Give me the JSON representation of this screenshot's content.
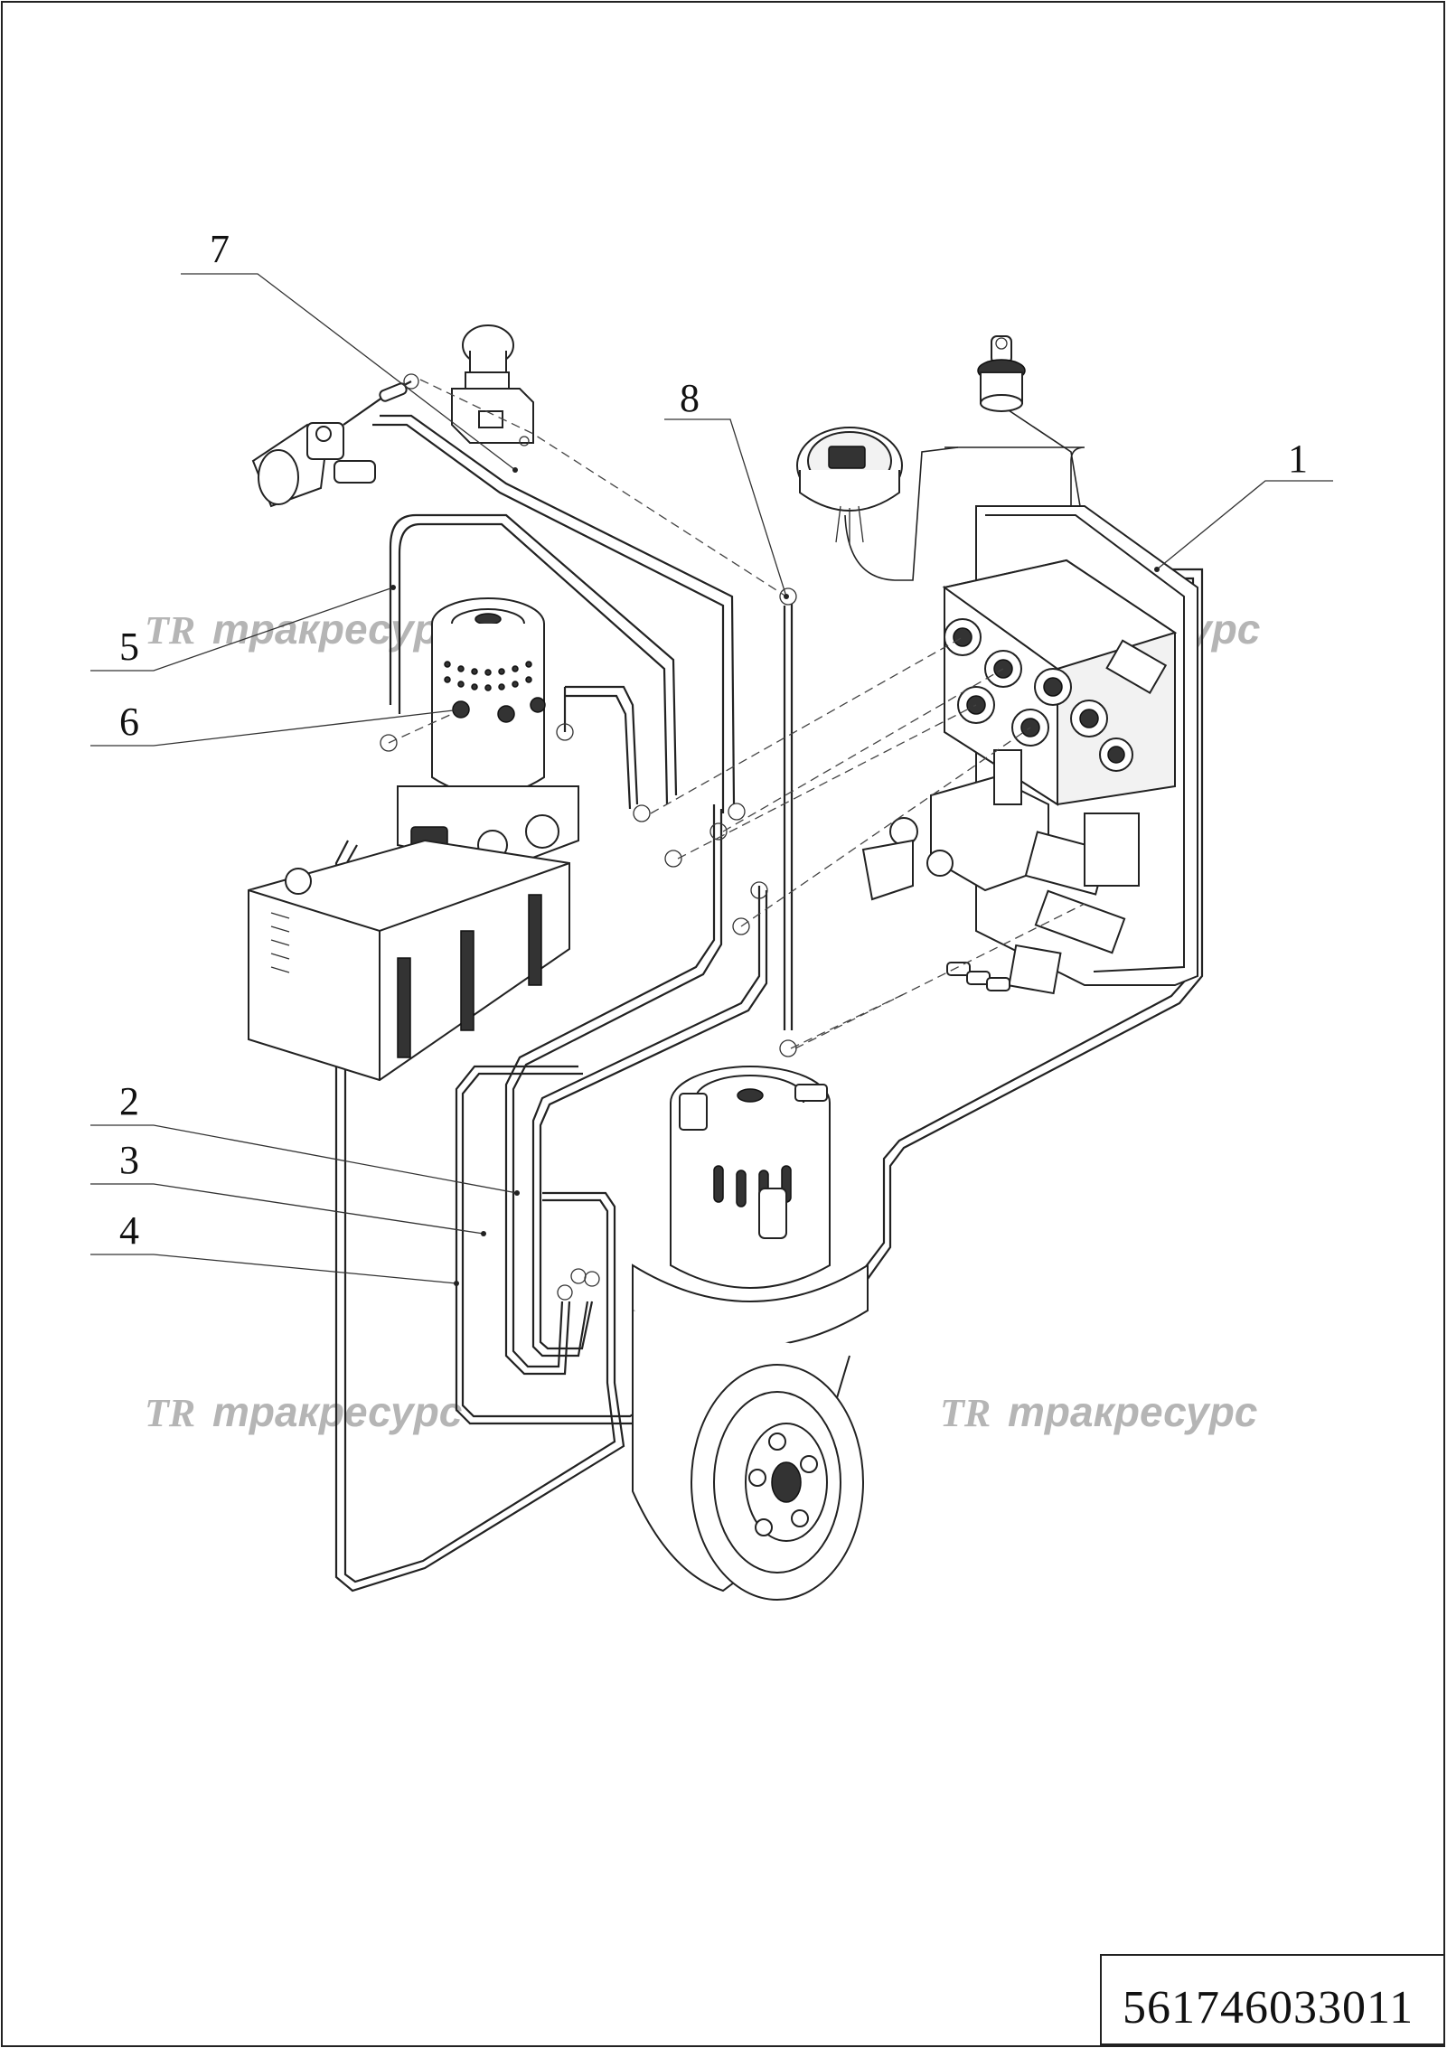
{
  "drawing": {
    "part_number": "561746033011",
    "watermark_logo": "TR",
    "watermark_text": "тракресурс"
  },
  "callouts": [
    {
      "id": "1",
      "label": "1"
    },
    {
      "id": "2",
      "label": "2"
    },
    {
      "id": "3",
      "label": "3"
    },
    {
      "id": "4",
      "label": "4"
    },
    {
      "id": "5",
      "label": "5"
    },
    {
      "id": "6",
      "label": "6"
    },
    {
      "id": "7",
      "label": "7"
    },
    {
      "id": "8",
      "label": "8"
    }
  ],
  "components": [
    {
      "name": "controller-assembly-icon"
    },
    {
      "name": "key-switch-icon"
    },
    {
      "name": "battery-indicator-gauge-icon"
    },
    {
      "name": "emergency-stop-switch-icon"
    },
    {
      "name": "battery-connector-icon"
    },
    {
      "name": "pump-motor-icon"
    },
    {
      "name": "hydraulic-tank-icon"
    },
    {
      "name": "drive-motor-icon"
    },
    {
      "name": "drive-wheel-icon"
    },
    {
      "name": "main-contactor-icon"
    }
  ]
}
